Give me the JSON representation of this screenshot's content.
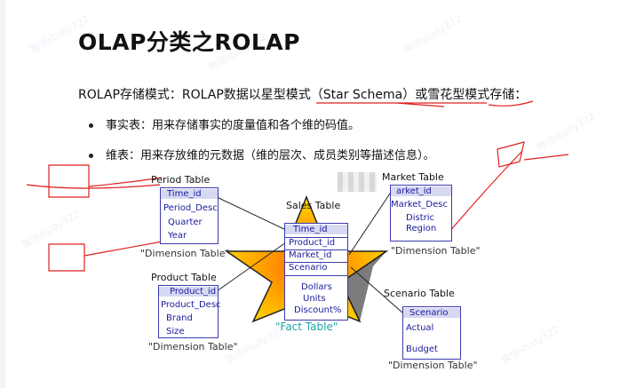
{
  "title": "OLAP分类之ROLAP",
  "subtitle": "ROLAP存储模式：ROLAP数据以星型模式（Star Schema）或雪花型模式存储：",
  "bullets": [
    "事实表：用来存储事实的度量值和各个维的码值。",
    "维表：用来存放维的元数据（维的层次、成员类别等描述信息）。"
  ],
  "diagram": {
    "period": {
      "name": "Period Table",
      "caption": "\"Dimension Table\"",
      "fields": [
        "Time_id",
        "Period_Desc",
        "Quarter",
        "Year"
      ]
    },
    "product": {
      "name": "Product Table",
      "caption": "\"Dimension Table\"",
      "fields": [
        "Product_id",
        "Product_Desc",
        "Brand",
        "Size"
      ]
    },
    "sales": {
      "name": "Sales Table",
      "caption": "\"Fact Table\"",
      "keys": [
        "Time_id",
        "Product_id",
        "Market_id",
        "Scenario"
      ],
      "measures": [
        "Dollars",
        "Units",
        "Discount%"
      ]
    },
    "market": {
      "name": "Market Table",
      "caption": "\"Dimension Table\"",
      "fields": [
        "arket_id",
        "Market_Desc",
        "Distric",
        "Region"
      ]
    },
    "scenario": {
      "name": "Scenario Table",
      "caption": "\"Dimension Table\"",
      "fields": [
        "Scenario",
        "Actual",
        "Budget"
      ]
    }
  },
  "colors": {
    "star_outer": "#ffd400",
    "star_inner": "#ff6a00",
    "box_border": "#3b3bb0",
    "field_text": "#1a1a9a",
    "key_highlight": "#d7d9f3",
    "fact_caption": "#1aa6a6",
    "annotation": "#e02020"
  },
  "watermark": "微信study322"
}
